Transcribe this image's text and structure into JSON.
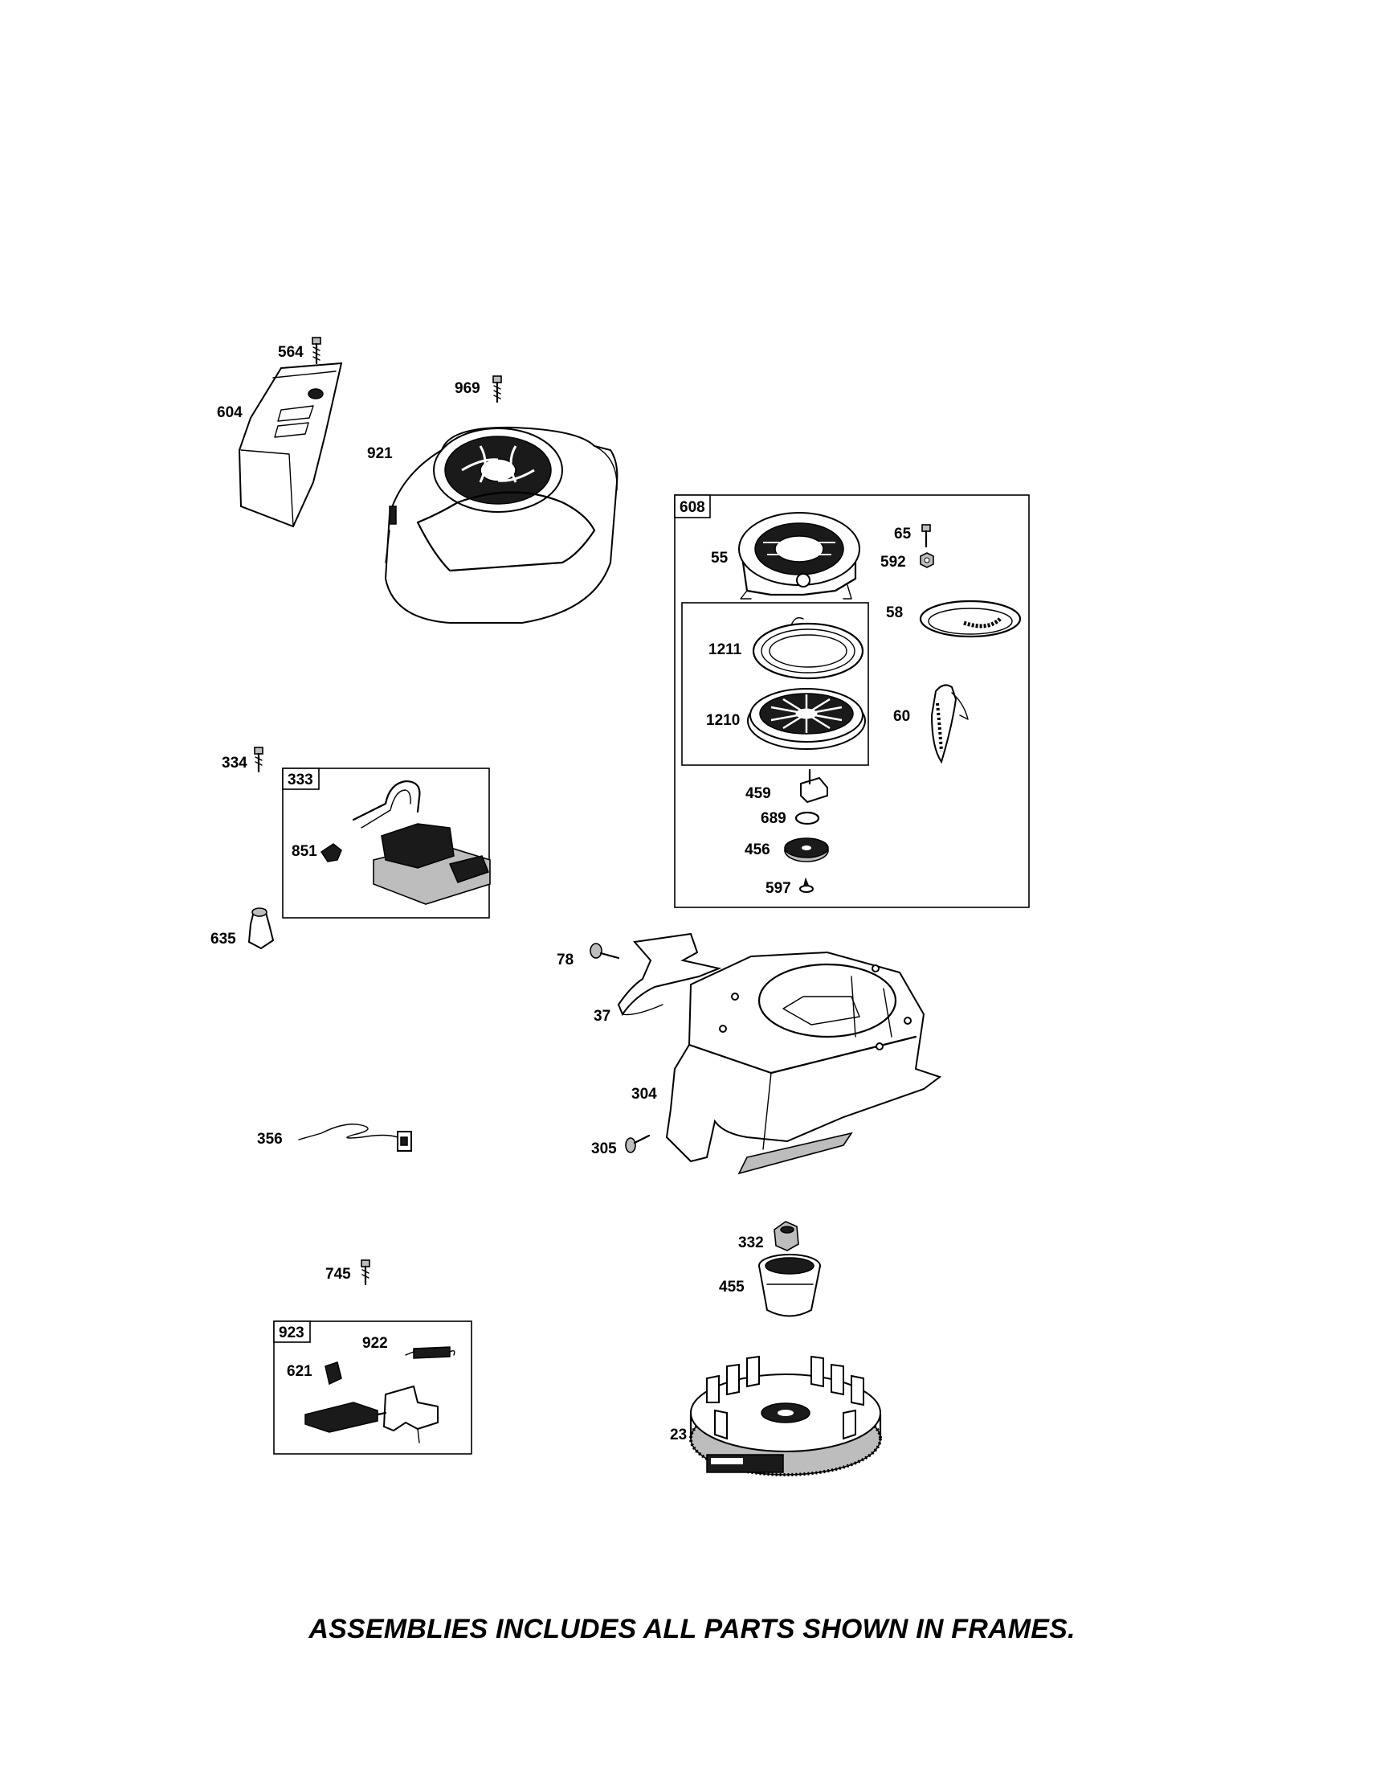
{
  "caption": "ASSEMBLIES INCLUDES ALL PARTS SHOWN IN FRAMES.",
  "assembly_frames": {
    "recoil_starter": "608",
    "ignition_armature": "333",
    "governor_link": "923"
  },
  "parts": {
    "p564": "564",
    "p604": "604",
    "p969": "969",
    "p921": "921",
    "p65": "65",
    "p55": "55",
    "p592": "592",
    "p58": "58",
    "p1211": "1211",
    "p1210": "1210",
    "p60": "60",
    "p459": "459",
    "p689": "689",
    "p456": "456",
    "p597": "597",
    "p334": "334",
    "p851": "851",
    "p635": "635",
    "p78": "78",
    "p37": "37",
    "p304": "304",
    "p305": "305",
    "p356": "356",
    "p332": "332",
    "p455": "455",
    "p745": "745",
    "p922": "922",
    "p621": "621",
    "p23": "23"
  }
}
